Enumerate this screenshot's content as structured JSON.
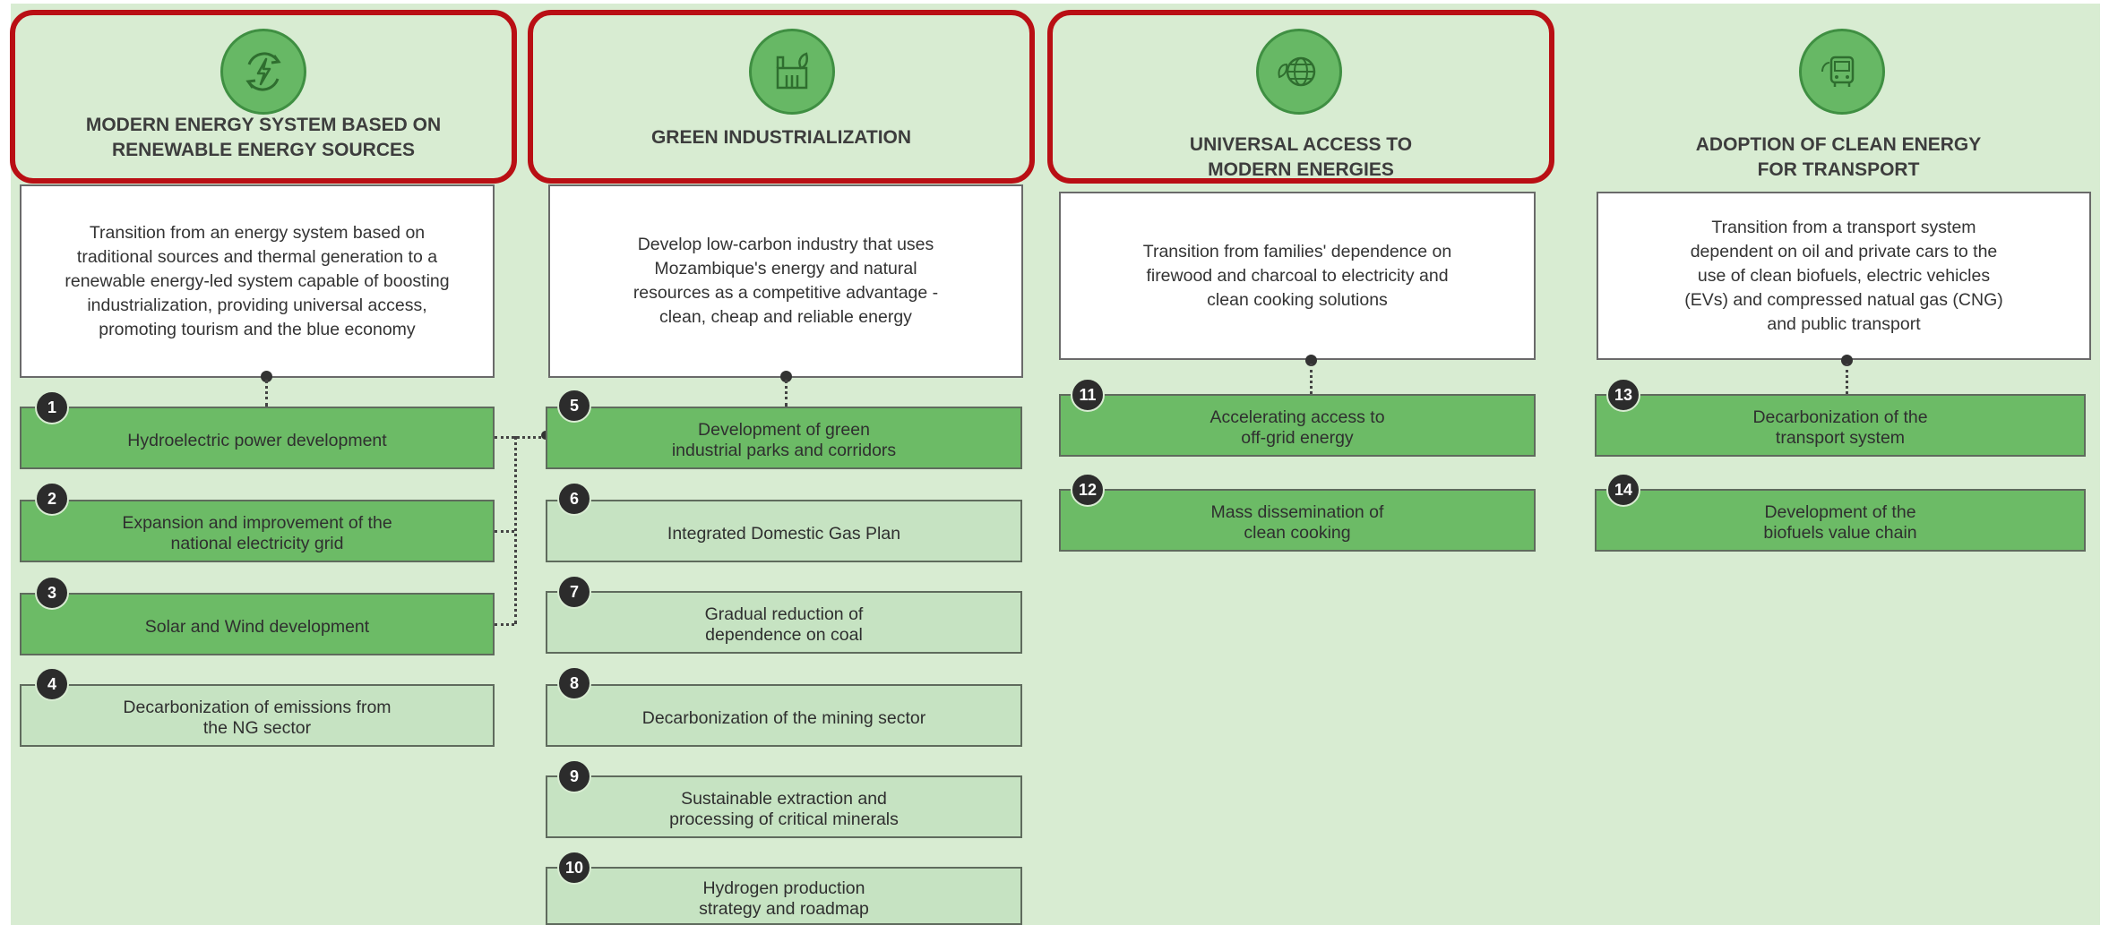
{
  "pillars": [
    {
      "title": "MODERN ENERGY SYSTEM BASED ON\nRENEWABLE ENERGY SOURCES",
      "icon": "energy-cycle-icon",
      "description": "Transition from an energy system based on\ntraditional sources and thermal generation to a\nrenewable energy-led system capable of boosting\nindustrialization, providing universal access,\npromoting tourism and the blue economy",
      "items": [
        {
          "num": "1",
          "label": "Hydroelectric power development",
          "style": "dark"
        },
        {
          "num": "2",
          "label": "Expansion and improvement of the\nnational electricity grid",
          "style": "dark"
        },
        {
          "num": "3",
          "label": "Solar and Wind development",
          "style": "dark"
        },
        {
          "num": "4",
          "label": "Decarbonization of emissions from\nthe NG sector",
          "style": "light"
        }
      ]
    },
    {
      "title": "GREEN INDUSTRIALIZATION",
      "icon": "factory-icon",
      "description": "Develop low-carbon industry that uses\nMozambique's energy and natural\nresources as a competitive advantage -\nclean, cheap and reliable energy",
      "items": [
        {
          "num": "5",
          "label": "Development of green\nindustrial parks and corridors",
          "style": "dark"
        },
        {
          "num": "6",
          "label": "Integrated Domestic Gas Plan",
          "style": "light"
        },
        {
          "num": "7",
          "label": "Gradual reduction of\ndependence on coal",
          "style": "light"
        },
        {
          "num": "8",
          "label": "Decarbonization of the mining sector",
          "style": "light"
        },
        {
          "num": "9",
          "label": "Sustainable extraction and\nprocessing of critical minerals",
          "style": "light"
        },
        {
          "num": "10",
          "label": "Hydrogen production\nstrategy and roadmap",
          "style": "light"
        }
      ]
    },
    {
      "title": "UNIVERSAL ACCESS TO\nMODERN ENERGIES",
      "icon": "globe-leaf-icon",
      "description": "Transition from families' dependence on\nfirewood and charcoal to electricity and\nclean cooking solutions",
      "items": [
        {
          "num": "11",
          "label": "Accelerating access to\noff-grid energy",
          "style": "dark"
        },
        {
          "num": "12",
          "label": "Mass dissemination of\nclean cooking",
          "style": "dark"
        }
      ]
    },
    {
      "title": "ADOPTION OF CLEAN ENERGY\nFOR TRANSPORT",
      "icon": "bus-icon",
      "description": "Transition from a transport system\ndependent on oil and private cars to the\nuse of clean biofuels, electric vehicles\n(EVs) and compressed natual gas (CNG)\nand public transport",
      "items": [
        {
          "num": "13",
          "label": "Decarbonization of the\ntransport system",
          "style": "dark"
        },
        {
          "num": "14",
          "label": "Development of the\nbiofuels value chain",
          "style": "dark"
        }
      ]
    }
  ],
  "colors": {
    "background": "#d8ecd2",
    "dark_item": "#6cbb66",
    "light_item": "#c6e3c2",
    "highlight": "#b90f14"
  }
}
